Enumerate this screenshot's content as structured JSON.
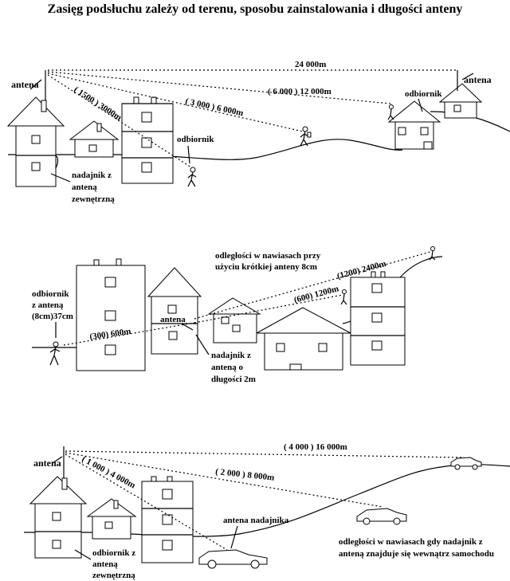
{
  "title": "Zasięg podsłuchu zależy od terenu, sposobu zainstalowania i długości anteny",
  "panel1": {
    "antenna_left": "antena",
    "antenna_right": "antena",
    "dist_total": "24 000m",
    "dist_far": "( 6 000 ) 12 000m",
    "dist_mid": "( 3 000 ) 6 000m",
    "dist_near": "( 1500 ) 3000m",
    "receiver_near": "odbiornik",
    "receiver_far": "odbiornik",
    "transmitter": [
      "nadajnik z",
      "anteną",
      "zewnętrzną"
    ]
  },
  "panel2": {
    "note": [
      "odległości w nawiasach przy",
      "użyciu krótkiej anteny 8cm"
    ],
    "receiver": [
      "odbiornik",
      "z anteną",
      "(8cm)37cm"
    ],
    "antenna": "antena",
    "dist_near": "(300) 600m",
    "dist_mid": "(600) 1200m",
    "dist_far": "(1200) 2400m",
    "transmitter": [
      "nadajnik z",
      "anteną o",
      "długości 2m"
    ]
  },
  "panel3": {
    "antenna": "antena",
    "dist_far": "( 4 000 ) 16 000m",
    "dist_mid": "( 2 000 ) 8 000m",
    "dist_near": "( 1 000 ) 4 000m",
    "car_antenna": "antena nadajnika",
    "receiver": [
      "odbiornik z",
      "anteną",
      "zewnętrzną"
    ],
    "note": [
      "odległości w nawiasach gdy nadajnik z",
      "anteną znajduje się wewnątrz samochodu"
    ]
  }
}
